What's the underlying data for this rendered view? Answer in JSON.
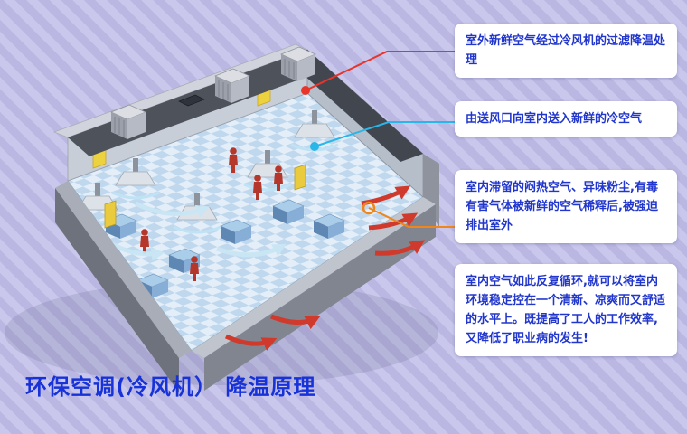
{
  "title": "环保空调(冷风机） 降温原理",
  "callouts": [
    {
      "text": "室外新鲜空气经过冷风机的过滤降温处理",
      "connector_color": "#e8342a"
    },
    {
      "text": "由送风口向室内送入新鲜的冷空气",
      "connector_color": "#29b6e8"
    },
    {
      "text": "室内滞留的闷热空气、异味粉尘,有毒有害气体被新鲜的空气稀释后,被强迫排出室外",
      "connector_color": "#f08519"
    },
    {
      "text": "室内空气如此反复循环,就可以将室内环境稳定控在一个清新、凉爽而又舒适的水平上。既提高了工人的工作效率,又降低了职业病的发生!",
      "connector_color": ""
    }
  ],
  "colors": {
    "background": "#c4c2e8",
    "callout_bg": "#ffffff",
    "callout_text": "#2136cd",
    "title_text": "#1732d8",
    "connector_red": "#e8342a",
    "connector_cyan": "#29b6e8",
    "connector_orange": "#f08519",
    "exhaust_arrow": "#d03a2c",
    "fresh_air_arrow": "#c9e6f5"
  }
}
